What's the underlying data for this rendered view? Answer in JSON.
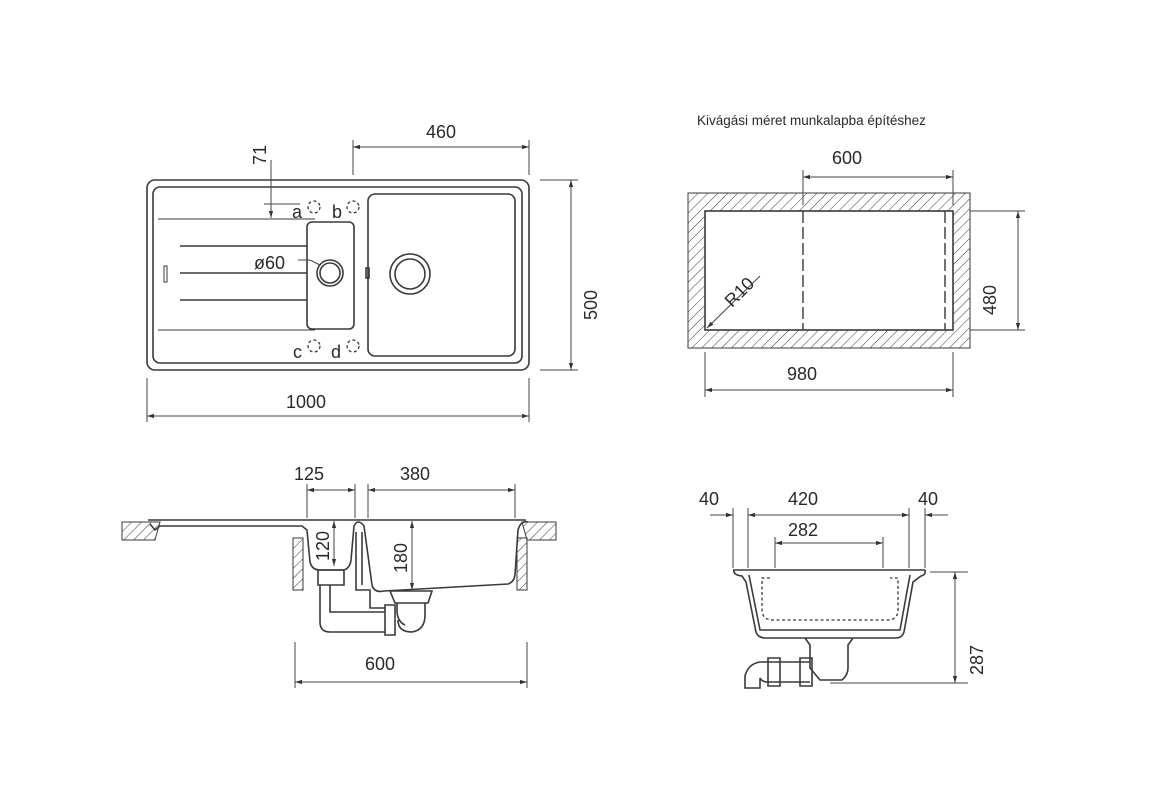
{
  "top_view": {
    "dim_bowl_width": "460",
    "dim_drain_offset": "71",
    "dim_height": "500",
    "dim_total_width": "1000",
    "dim_drain_diameter": "ø60",
    "tap_hole_labels": [
      "a",
      "b",
      "c",
      "d"
    ]
  },
  "cutout": {
    "title": "Kivágási méret munkalapba építéshez",
    "dim_partial_width": "600",
    "dim_height": "480",
    "dim_width": "980",
    "dim_radius": "R10"
  },
  "side_view": {
    "dim_small_bowl": "125",
    "dim_bowl": "380",
    "dim_small_depth": "120",
    "dim_bowl_depth": "180",
    "dim_cabinet": "600"
  },
  "section_view": {
    "dim_left_rim": "40",
    "dim_inner_width": "420",
    "dim_right_rim": "40",
    "dim_bottom_width": "282",
    "dim_depth": "287"
  }
}
